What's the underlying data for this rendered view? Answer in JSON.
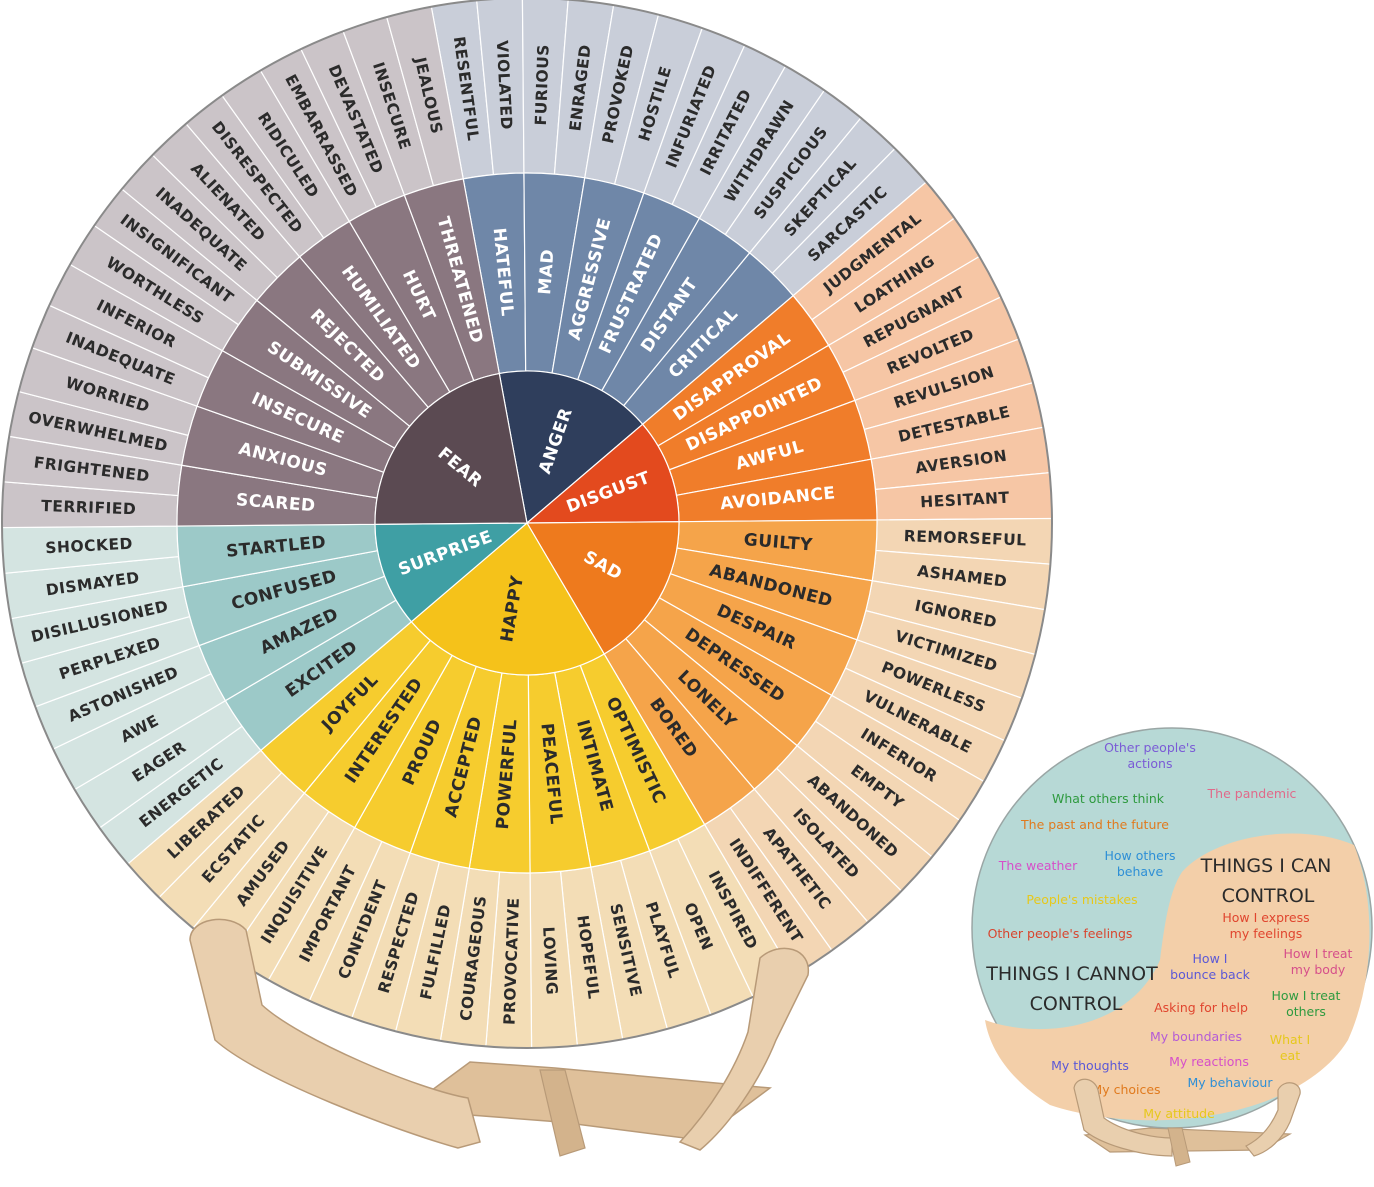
{
  "wheel": {
    "colors": {
      "ANGER": {
        "core": "#2f3e5c",
        "mid": "#6f87a8",
        "outer": "#c9ced9",
        "coreText": "#ffffff",
        "midText": "#ffffff"
      },
      "DISGUST": {
        "core": "#e34a1e",
        "mid": "#f07d2a",
        "outer": "#f6c6a5",
        "coreText": "#ffffff",
        "midText": "#ffffff"
      },
      "SAD": {
        "core": "#ee7a1d",
        "mid": "#f5a44a",
        "outer": "#f3d6b4",
        "coreText": "#ffffff",
        "midText": "#2b2b2b"
      },
      "HAPPY": {
        "core": "#f5c21a",
        "mid": "#f6cc2e",
        "outer": "#f3ddb6",
        "coreText": "#2b2b2b",
        "midText": "#2b2b2b"
      },
      "SURPRISE": {
        "core": "#3f9fa4",
        "mid": "#9cc9c8",
        "outer": "#d4e4e1",
        "coreText": "#ffffff",
        "midText": "#2b2b2b"
      },
      "FEAR": {
        "core": "#5b4a52",
        "mid": "#8a7780",
        "outer": "#cbc4c8",
        "coreText": "#ffffff",
        "midText": "#ffffff"
      }
    },
    "groups": [
      {
        "core": "ANGER",
        "mids": [
          {
            "label": "HATEFUL",
            "outers": [
              "RESENTFUL",
              "VIOLATED"
            ]
          },
          {
            "label": "MAD",
            "outers": [
              "FURIOUS",
              "ENRAGED"
            ]
          },
          {
            "label": "AGGRESSIVE",
            "outers": [
              "PROVOKED",
              "HOSTILE"
            ]
          },
          {
            "label": "FRUSTRATED",
            "outers": [
              "INFURIATED",
              "IRRITATED"
            ]
          },
          {
            "label": "DISTANT",
            "outers": [
              "WITHDRAWN",
              "SUSPICIOUS"
            ]
          },
          {
            "label": "CRITICAL",
            "outers": [
              "SKEPTICAL",
              "SARCASTIC"
            ]
          }
        ]
      },
      {
        "core": "DISGUST",
        "mids": [
          {
            "label": "DISAPPROVAL",
            "outers": [
              "JUDGMENTAL",
              "LOATHING"
            ]
          },
          {
            "label": "DISAPPOINTED",
            "outers": [
              "REPUGNANT",
              "REVOLTED"
            ]
          },
          {
            "label": "AWFUL",
            "outers": [
              "REVULSION",
              "DETESTABLE"
            ]
          },
          {
            "label": "AVOIDANCE",
            "outers": [
              "AVERSION",
              "HESITANT"
            ]
          }
        ]
      },
      {
        "core": "SAD",
        "mids": [
          {
            "label": "GUILTY",
            "outers": [
              "REMORSEFUL",
              "ASHAMED"
            ]
          },
          {
            "label": "ABANDONED",
            "outers": [
              "IGNORED",
              "VICTIMIZED"
            ]
          },
          {
            "label": "DESPAIR",
            "outers": [
              "POWERLESS",
              "VULNERABLE"
            ]
          },
          {
            "label": "DEPRESSED",
            "outers": [
              "INFERIOR",
              "EMPTY"
            ]
          },
          {
            "label": "LONELY",
            "outers": [
              "ABANDONED",
              "ISOLATED"
            ]
          },
          {
            "label": "BORED",
            "outers": [
              "APATHETIC",
              "INDIFFERENT"
            ]
          }
        ]
      },
      {
        "core": "HAPPY",
        "mids": [
          {
            "label": "OPTIMISTIC",
            "outers": [
              "INSPIRED",
              "OPEN"
            ]
          },
          {
            "label": "INTIMATE",
            "outers": [
              "PLAYFUL",
              "SENSITIVE"
            ]
          },
          {
            "label": "PEACEFUL",
            "outers": [
              "HOPEFUL",
              "LOVING"
            ]
          },
          {
            "label": "POWERFUL",
            "outers": [
              "PROVOCATIVE",
              "COURAGEOUS"
            ]
          },
          {
            "label": "ACCEPTED",
            "outers": [
              "FULFILLED",
              "RESPECTED"
            ]
          },
          {
            "label": "PROUD",
            "outers": [
              "CONFIDENT",
              "IMPORTANT"
            ]
          },
          {
            "label": "INTERESTED",
            "outers": [
              "INQUISITIVE",
              "AMUSED"
            ]
          },
          {
            "label": "JOYFUL",
            "outers": [
              "ECSTATIC",
              "LIBERATED"
            ]
          }
        ]
      },
      {
        "core": "SURPRISE",
        "mids": [
          {
            "label": "EXCITED",
            "outers": [
              "ENERGETIC",
              "EAGER"
            ]
          },
          {
            "label": "AMAZED",
            "outers": [
              "AWE",
              "ASTONISHED"
            ]
          },
          {
            "label": "CONFUSED",
            "outers": [
              "PERPLEXED",
              "DISILLUSIONED"
            ]
          },
          {
            "label": "STARTLED",
            "outers": [
              "DISMAYED",
              "SHOCKED"
            ]
          }
        ]
      },
      {
        "core": "FEAR",
        "mids": [
          {
            "label": "SCARED",
            "outers": [
              "TERRIFIED",
              "FRIGHTENED"
            ]
          },
          {
            "label": "ANXIOUS",
            "outers": [
              "OVERWHELMED",
              "WORRIED"
            ]
          },
          {
            "label": "INSECURE",
            "outers": [
              "INADEQUATE",
              "INFERIOR"
            ]
          },
          {
            "label": "SUBMISSIVE",
            "outers": [
              "WORTHLESS",
              "INSIGNIFICANT"
            ]
          },
          {
            "label": "REJECTED",
            "outers": [
              "INADEQUATE",
              "ALIENATED"
            ]
          },
          {
            "label": "HUMILIATED",
            "outers": [
              "DISRESPECTED",
              "RIDICULED"
            ]
          },
          {
            "label": "HURT",
            "outers": [
              "EMBARRASSED",
              "DEVASTATED"
            ]
          },
          {
            "label": "THREATENED",
            "outers": [
              "INSECURE",
              "JEALOUS"
            ]
          }
        ]
      }
    ]
  },
  "control": {
    "can_title_line1": "THINGS I CAN",
    "can_title_line2": "CONTROL",
    "cannot_title_line1": "THINGS I CANNOT",
    "cannot_title_line2": "CONTROL",
    "cannot_items": [
      {
        "l1": "Other people's",
        "l2": "actions",
        "color": "#7a5bd6"
      },
      {
        "l1": "What others think",
        "l2": "",
        "color": "#2e9a3f"
      },
      {
        "l1": "The pandemic",
        "l2": "",
        "color": "#e06a8a"
      },
      {
        "l1": "The past and the future",
        "l2": "",
        "color": "#e07a1e"
      },
      {
        "l1": "The weather",
        "l2": "",
        "color": "#d64fc9"
      },
      {
        "l1": "How others",
        "l2": "behave",
        "color": "#2e8fd6"
      },
      {
        "l1": "People's mistakes",
        "l2": "",
        "color": "#e6c81c"
      },
      {
        "l1": "Other people's feelings",
        "l2": "",
        "color": "#d8452e"
      }
    ],
    "can_items": [
      {
        "l1": "How I express",
        "l2": "my feelings",
        "color": "#e0452e"
      },
      {
        "l1": "How I",
        "l2": "bounce back",
        "color": "#5b58d6"
      },
      {
        "l1": "How I treat",
        "l2": "my body",
        "color": "#d64f8a"
      },
      {
        "l1": "Asking for help",
        "l2": "",
        "color": "#e0452e"
      },
      {
        "l1": "How I treat",
        "l2": "others",
        "color": "#2e9a3f"
      },
      {
        "l1": "My boundaries",
        "l2": "",
        "color": "#b45bd6"
      },
      {
        "l1": "What I",
        "l2": "eat",
        "color": "#e6c81c"
      },
      {
        "l1": "My thoughts",
        "l2": "",
        "color": "#5b58d6"
      },
      {
        "l1": "My reactions",
        "l2": "",
        "color": "#d64fc9"
      },
      {
        "l1": "My choices",
        "l2": "",
        "color": "#e07a1e"
      },
      {
        "l1": "My behaviour",
        "l2": "",
        "color": "#2e8fd6"
      },
      {
        "l1": "My attitude",
        "l2": "",
        "color": "#e6c81c"
      }
    ],
    "colors": {
      "outer": "#b7d9d6",
      "can_zone": "#f3cfa9",
      "stand": "#e9cfae"
    }
  }
}
